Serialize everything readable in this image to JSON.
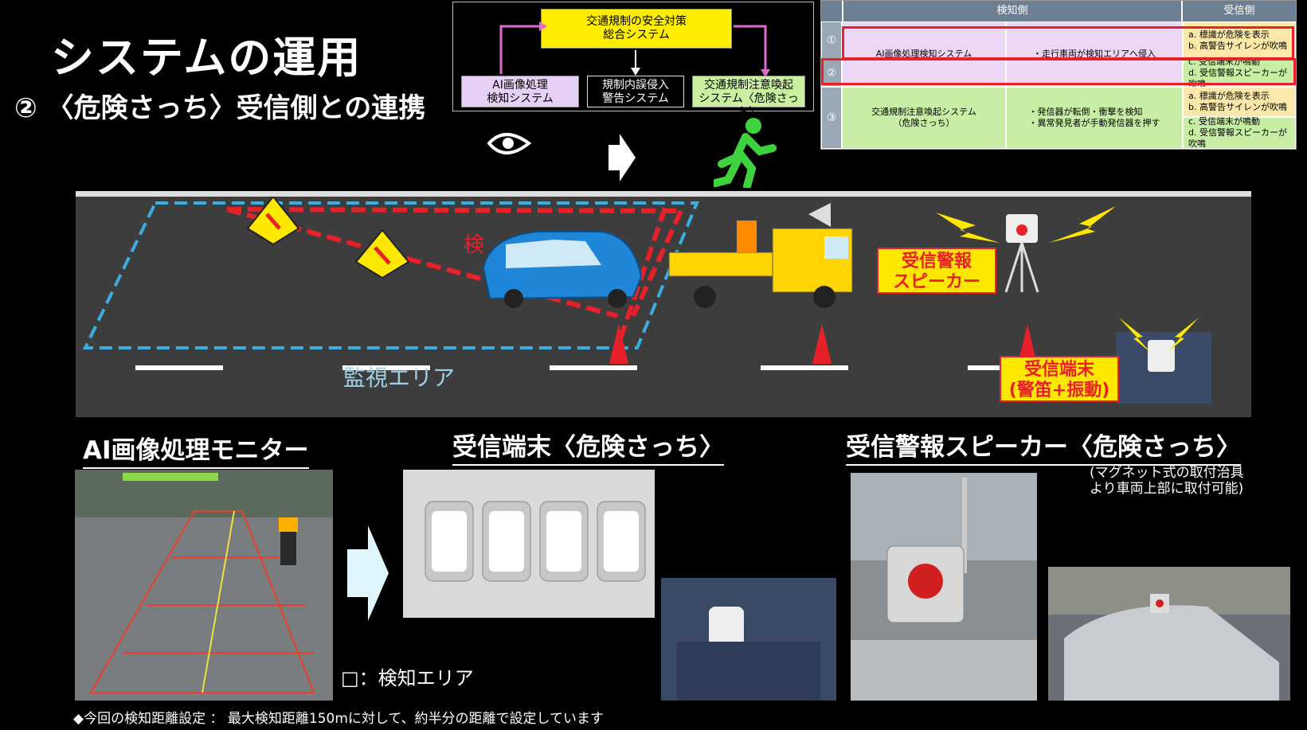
{
  "title": "システムの運用",
  "subtitle": "② 〈危険さっち〉受信側との連携",
  "flow": {
    "top": "交通規制の安全対策\n総合システム",
    "ai": "AI画像処理\n検知システム",
    "intrusion": "規制内誤侵入\n警告システム",
    "warning": "交通規制注意喚起\nシステム〈危険さっち〉"
  },
  "table": {
    "header_detect": "検知側",
    "header_receive": "受信側",
    "rows": [
      {
        "num": "①",
        "system": "AI画像処理検知システム",
        "trigger": "・走行車両が検知エリアへ侵入",
        "recv1": "a. 標識が危険を表示\nb. 高警告サイレンが吹鳴",
        "recv2": "c. 受信端末が鳴動\nd. 受信警報スピーカーが吹鳴"
      },
      {
        "num": "②"
      },
      {
        "num": "③",
        "system": "交通規制注意喚起システム\n（危険さっち）",
        "trigger": "・発信器が転倒・衝撃を検知\n・異常発見者が手動発信器を押す",
        "recv1": "a. 標識が危険を表示\nb. 高警告サイレンが吹鳴",
        "recv2": "c. 受信端末が鳴動\nd. 受信警報スピーカーが吹鳴"
      }
    ]
  },
  "road": {
    "monitor_area": "監視エリア",
    "speaker_label": "受信警報\nスピーカー",
    "terminal_label": "受信端末\n(警笛+振動)",
    "detect_text": "検"
  },
  "sections": {
    "monitor": "AI画像処理モニター",
    "terminal": "受信端末〈危険さっち〉",
    "speaker": "受信警報スピーカー〈危険さっち〉",
    "speaker_note": "(マグネット式の取付治具\nより車両上部に取付可能)",
    "legend": "□：検知エリア",
    "footnote": "◆今回の検知距離設定 ： 最大検知距離150mに対して、約半分の距離で設定しています"
  },
  "colors": {
    "accent_red": "#e8202a",
    "sign_yellow": "#ffe800",
    "area_cyan": "#3aaee0"
  }
}
